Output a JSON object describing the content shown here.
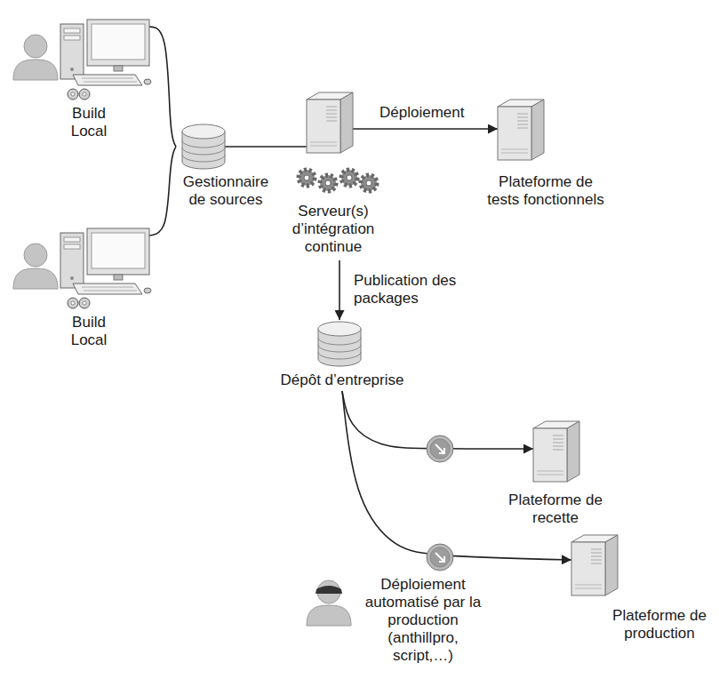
{
  "diagram": {
    "nodes": [
      {
        "text": [
          "Build Local"
        ]
      },
      {
        "text": [
          "Build Local"
        ]
      },
      {
        "text": [
          "Gestionnaire de sources"
        ]
      },
      {
        "text": [
          "Serveur(s) d’intégration continue"
        ]
      },
      {
        "text": [
          "Plateforme de tests fonctionnels"
        ]
      },
      {
        "text": [
          "Dépôt d’entreprise"
        ]
      },
      {
        "text": [
          "Plateforme de recette"
        ]
      },
      {
        "text": [
          "Plateforme de production"
        ]
      }
    ],
    "edges": [
      {
        "from": 0,
        "to": 2,
        "arrow": "none"
      },
      {
        "from": 1,
        "to": 2,
        "arrow": "none"
      },
      {
        "from": 2,
        "to": 3,
        "arrow": "none"
      },
      {
        "from": 3,
        "to": 4,
        "label": "Déploiement",
        "arrow": "to"
      },
      {
        "from": 3,
        "to": 5,
        "label": "Publication des packages",
        "arrow": "to"
      },
      {
        "from": 5,
        "to": 6,
        "arrow": "to"
      },
      {
        "from": 5,
        "to": 7,
        "arrow": "to"
      }
    ],
    "labels": [
      "Déploiement automatisé par la production (anthillpro, script,…)"
    ]
  }
}
